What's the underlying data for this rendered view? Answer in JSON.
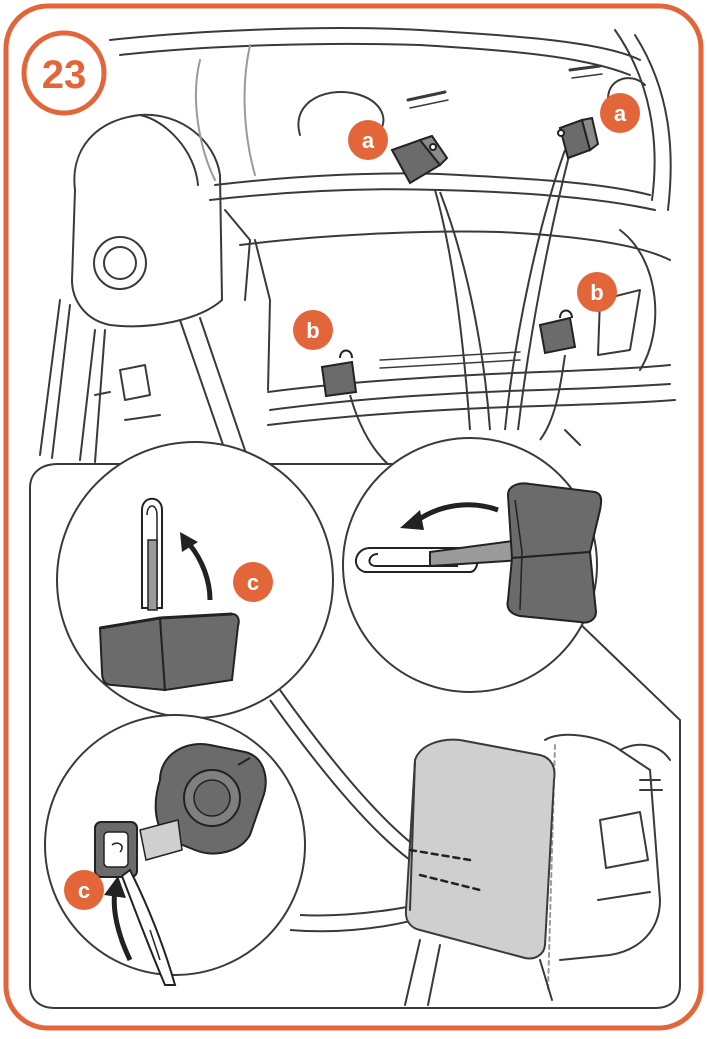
{
  "step": {
    "number": "23"
  },
  "callouts": {
    "a": "a",
    "b": "b",
    "c": "c"
  },
  "colors": {
    "accent": "#e2663a",
    "line": "#3a3a3a",
    "light_line": "#9a9a9a",
    "part_fill": "#6b6b6b",
    "panel_fill": "#cfcfcf",
    "background": "#ffffff"
  },
  "icons": {
    "curved_arrow": "curved-arrow-icon",
    "clip": "clip-tab-icon"
  }
}
